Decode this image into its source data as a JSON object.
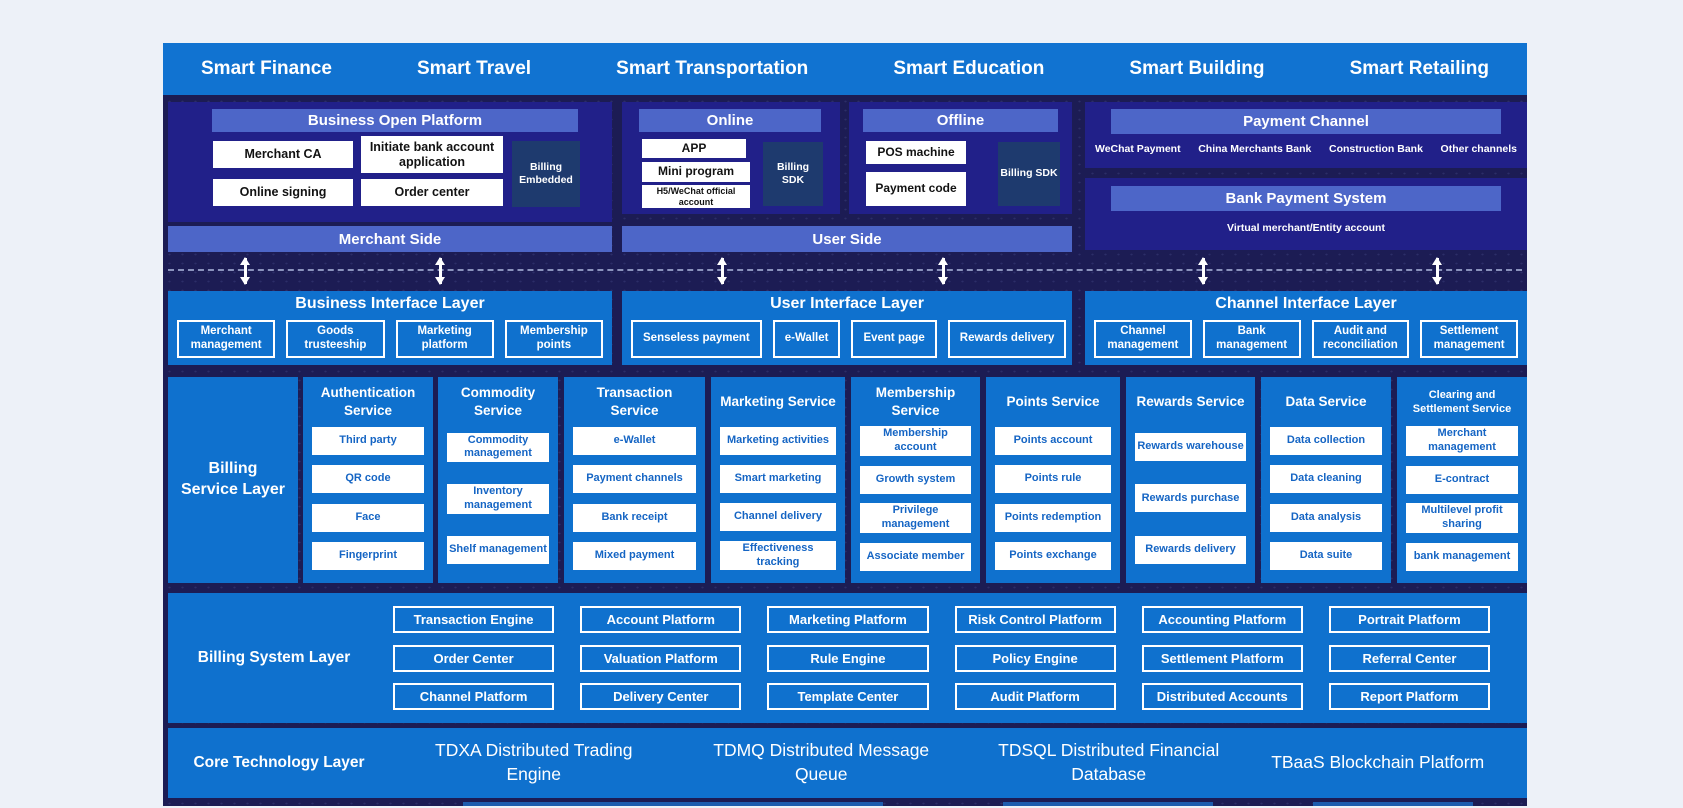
{
  "colors": {
    "page_background": "#edf1f8",
    "layer_blue": "#0f71ce",
    "banner_blue": "#1173d1",
    "panel_indigo": "#212089",
    "zone_navy": "#1c1c54",
    "header_slate": "#4d66c8",
    "sdk_navy": "#1e3a6e",
    "service_text_blue": "#1565c4",
    "white": "#ffffff"
  },
  "banner": {
    "titles": [
      "Smart Finance",
      "Smart Travel",
      "Smart Transportation",
      "Smart Education",
      "Smart Building",
      "Smart Retailing"
    ]
  },
  "top_section": {
    "merchant": {
      "header": "Business Open Platform",
      "boxes": [
        "Merchant CA",
        "Initiate bank account application",
        "Online signing",
        "Order center"
      ],
      "embedded": "Billing Embedded",
      "side_label": "Merchant Side"
    },
    "online": {
      "header": "Online",
      "boxes": [
        "APP",
        "Mini program",
        "H5/WeChat official account"
      ],
      "sdk": "Billing SDK"
    },
    "offline": {
      "header": "Offline",
      "boxes": [
        "POS machine",
        "Payment code"
      ],
      "sdk": "Billing SDK"
    },
    "user_side_label": "User Side",
    "payment_channel": {
      "header": "Payment Channel",
      "channels": [
        "WeChat Payment",
        "China Merchants Bank",
        "Construction Bank",
        "Other channels"
      ]
    },
    "bank_payment": {
      "header": "Bank Payment System",
      "note": "Virtual merchant/Entity account"
    }
  },
  "interface_layers": {
    "business": {
      "title": "Business Interface Layer",
      "boxes": [
        "Merchant management",
        "Goods trusteeship",
        "Marketing platform",
        "Membership points"
      ]
    },
    "user": {
      "title": "User Interface Layer",
      "boxes": [
        "Senseless payment",
        "e-Wallet",
        "Event page",
        "Rewards delivery"
      ]
    },
    "channel": {
      "title": "Channel Interface Layer",
      "boxes": [
        "Channel management",
        "Bank management",
        "Audit and reconciliation",
        "Settlement management"
      ]
    }
  },
  "service_layer": {
    "label": "Billing Service Layer",
    "columns": [
      {
        "title": "Authentication Service",
        "boxes": [
          "Third party",
          "QR code",
          "Face",
          "Fingerprint"
        ]
      },
      {
        "title": "Commodity Service",
        "boxes": [
          "Commodity management",
          "Inventory management",
          "Shelf management"
        ]
      },
      {
        "title": "Transaction Service",
        "boxes": [
          "e-Wallet",
          "Payment channels",
          "Bank receipt",
          "Mixed payment"
        ]
      },
      {
        "title": "Marketing Service",
        "boxes": [
          "Marketing activities",
          "Smart marketing",
          "Channel delivery",
          "Effectiveness tracking"
        ]
      },
      {
        "title": "Membership Service",
        "boxes": [
          "Membership account",
          "Growth system",
          "Privilege management",
          "Associate member"
        ]
      },
      {
        "title": "Points Service",
        "boxes": [
          "Points account",
          "Points rule",
          "Points redemption",
          "Points exchange"
        ]
      },
      {
        "title": "Rewards Service",
        "boxes": [
          "Rewards warehouse",
          "Rewards purchase",
          "Rewards delivery"
        ]
      },
      {
        "title": "Data Service",
        "boxes": [
          "Data collection",
          "Data cleaning",
          "Data analysis",
          "Data suite"
        ]
      },
      {
        "title": "Clearing and Settlement Service",
        "boxes": [
          "Merchant management",
          "E-contract",
          "Multilevel profit sharing",
          "bank management"
        ]
      }
    ]
  },
  "system_layer": {
    "label": "Billing System Layer",
    "columns": [
      [
        "Transaction Engine",
        "Order Center",
        "Channel Platform"
      ],
      [
        "Account Platform",
        "Valuation Platform",
        "Delivery Center"
      ],
      [
        "Marketing Platform",
        "Rule Engine",
        "Template Center"
      ],
      [
        "Risk Control Platform",
        "Policy Engine",
        "Audit Platform"
      ],
      [
        "Accounting Platform",
        "Settlement Platform",
        "Distributed Accounts"
      ],
      [
        "Portrait Platform",
        "Referral Center",
        "Report Platform"
      ]
    ]
  },
  "core_layer": {
    "label": "Core Technology Layer",
    "items": [
      "TDXA Distributed Trading Engine",
      "TDMQ Distributed Message Queue",
      "TDSQL Distributed Financial Database",
      "TBaaS Blockchain Platform"
    ]
  }
}
